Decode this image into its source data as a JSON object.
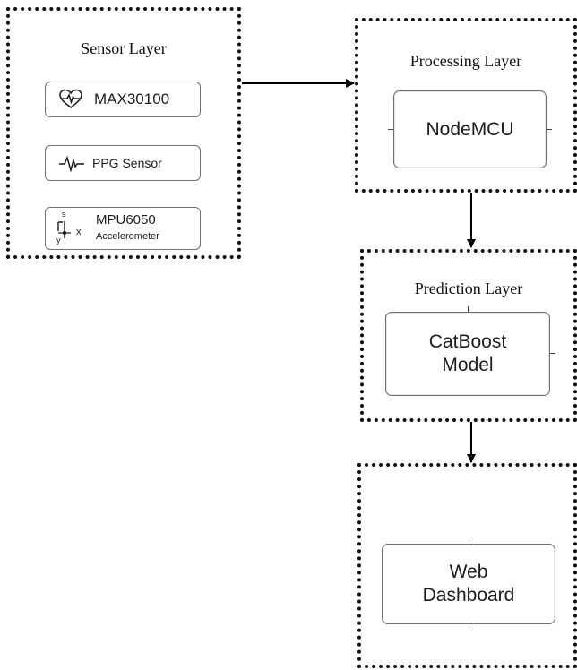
{
  "sensor_layer": {
    "title": "Sensor Layer",
    "sensors": [
      {
        "icon": "heart-pulse-icon",
        "label": "MAX30100"
      },
      {
        "icon": "waveform-icon",
        "label": "PPG Sensor"
      },
      {
        "icon": "axes-icon",
        "label": "MPU6050",
        "sublabel": "Accelerometer",
        "axis_s": "s",
        "axis_x": "x",
        "axis_y": "y"
      }
    ]
  },
  "processing_layer": {
    "title": "Processing Layer",
    "box_label": "NodeMCU"
  },
  "prediction_layer": {
    "title": "Prediction Layer",
    "box_label_line1": "CatBoost",
    "box_label_line2": "Model"
  },
  "dashboard_layer": {
    "title": "",
    "box_label_line1": "Web",
    "box_label_line2": "Dashboard"
  },
  "colors": {
    "border": "#111111",
    "box_border": "#6f6f6f",
    "text": "#1c1c1c"
  }
}
